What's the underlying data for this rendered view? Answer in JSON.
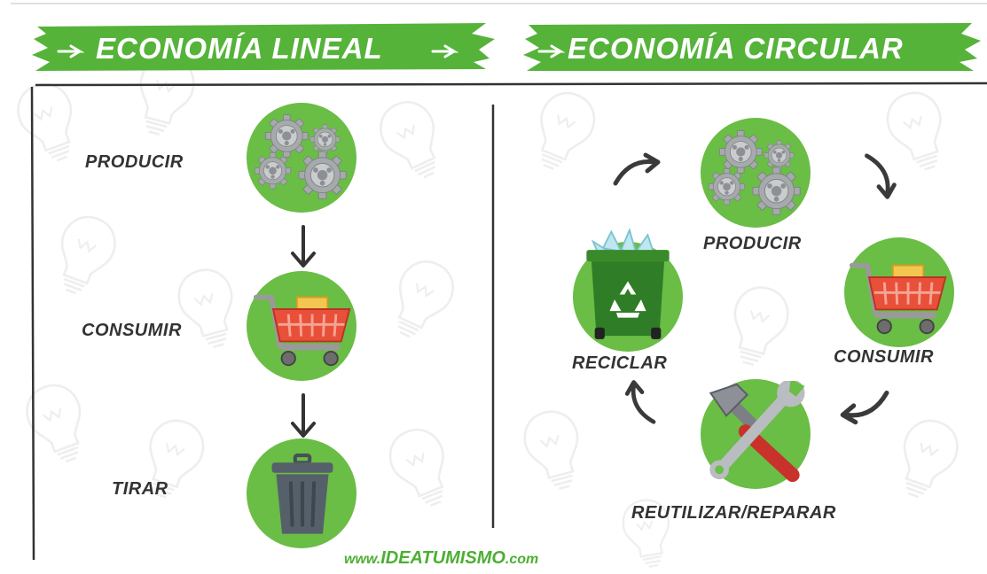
{
  "colors": {
    "banner_green": "#55b33a",
    "circle_green": "#6abd45",
    "text_dark": "#333333",
    "gear_gray": "#a7aaad",
    "cart_red": "#e8503a",
    "bin_gray": "#56606a",
    "footer_green": "#4caf32"
  },
  "linear": {
    "title": "ECONOMÍA LINEAL",
    "steps": [
      {
        "label": "PRODUCIR",
        "icon": "gears-icon"
      },
      {
        "label": "CONSUMIR",
        "icon": "shopping-cart-icon"
      },
      {
        "label": "TIRAR",
        "icon": "trash-can-icon"
      }
    ]
  },
  "circular": {
    "title": "ECONOMÍA CIRCULAR",
    "steps": [
      {
        "label": "PRODUCIR",
        "icon": "gears-icon"
      },
      {
        "label": "CONSUMIR",
        "icon": "shopping-cart-icon"
      },
      {
        "label": "REUTILIZAR/REPARAR",
        "icon": "hammer-wrench-icon"
      },
      {
        "label": "RECICLAR",
        "icon": "recycling-bin-icon"
      }
    ]
  },
  "footer": {
    "prefix": "www.",
    "brand": "IDEATUMISMO",
    "suffix": ".com"
  }
}
